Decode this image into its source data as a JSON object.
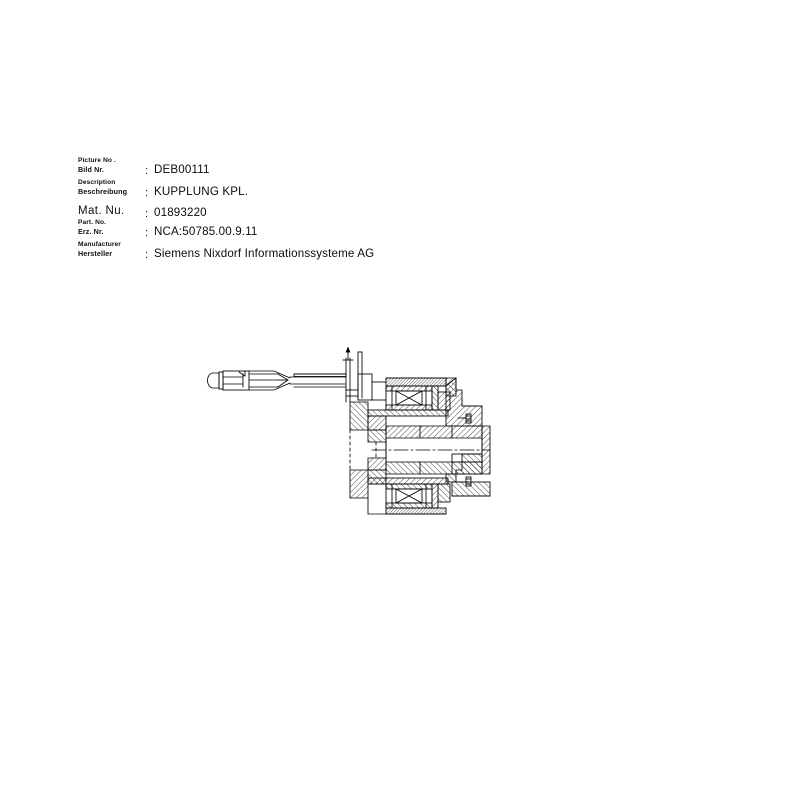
{
  "document": {
    "background_color": "#ffffff",
    "text_color": "#000000"
  },
  "info_block": {
    "separator": ":",
    "rows": [
      {
        "label_en": "Picture No .",
        "label_de": "Bild Nr.",
        "value": "DEB00111",
        "name": "picture-number"
      },
      {
        "label_en": "Description",
        "label_de": "Beschreibung",
        "value": "KUPPLUNG KPL.",
        "name": "description"
      },
      {
        "label_en": "Mat.  Nu.",
        "label_de": "Part. No.",
        "value": "01893220",
        "name": "material-number"
      },
      {
        "label_en": "",
        "label_de": "Erz. Nr.",
        "value": "NCA:50785.00.9.11",
        "name": "part-number"
      },
      {
        "label_en": "Manufacturer",
        "label_de": "Hersteller",
        "value": "Siemens Nixdorf Informationssysteme AG",
        "name": "manufacturer"
      }
    ]
  },
  "drawing": {
    "title": "KUPPLUNG KPL.",
    "type": "engineering-cross-section",
    "line_color": "#000000",
    "components": [
      "cable-connector-plug",
      "cable-harness",
      "vertical-actuator-rod",
      "upper-ball-bearing",
      "lower-ball-bearing",
      "clutch-housing",
      "hub-shaft",
      "centerline-axis",
      "coil-winding",
      "retaining-screw"
    ]
  }
}
